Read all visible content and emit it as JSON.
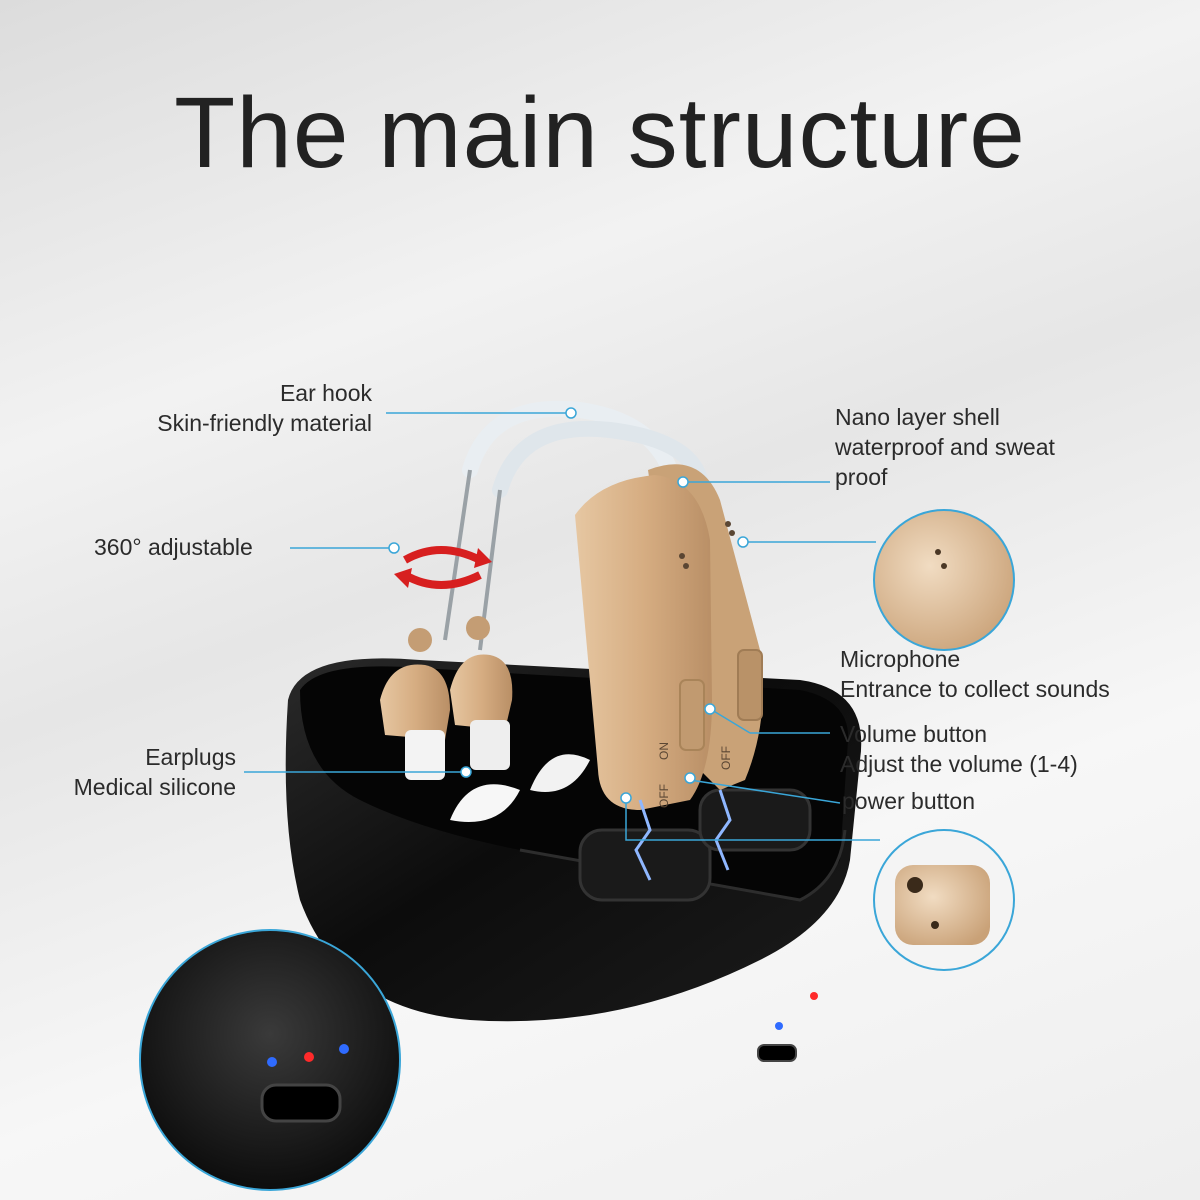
{
  "title": "The main structure",
  "labels": {
    "ear_hook": {
      "line1": "Ear hook",
      "line2": "Skin-friendly material"
    },
    "adjustable": {
      "line1": "360° adjustable"
    },
    "earplugs": {
      "line1": "Earplugs",
      "line2": "Medical silicone"
    },
    "nano_shell": {
      "line1": "Nano layer shell",
      "line2": "waterproof and sweat",
      "line3": "proof"
    },
    "microphone": {
      "line1": "Microphone",
      "line2": "Entrance to collect sounds"
    },
    "volume": {
      "line1": "Volume button",
      "line2": "Adjust the volume (1-4)"
    },
    "power": {
      "line1": "power button"
    }
  },
  "device_marks": {
    "on": "ON",
    "off": "OFF"
  },
  "colors": {
    "leader_line": "#3aa6d8",
    "device_beige": "#d8b48c",
    "case_black": "#111111",
    "led_blue": "#2f6bff",
    "led_red": "#ff2a2a"
  }
}
